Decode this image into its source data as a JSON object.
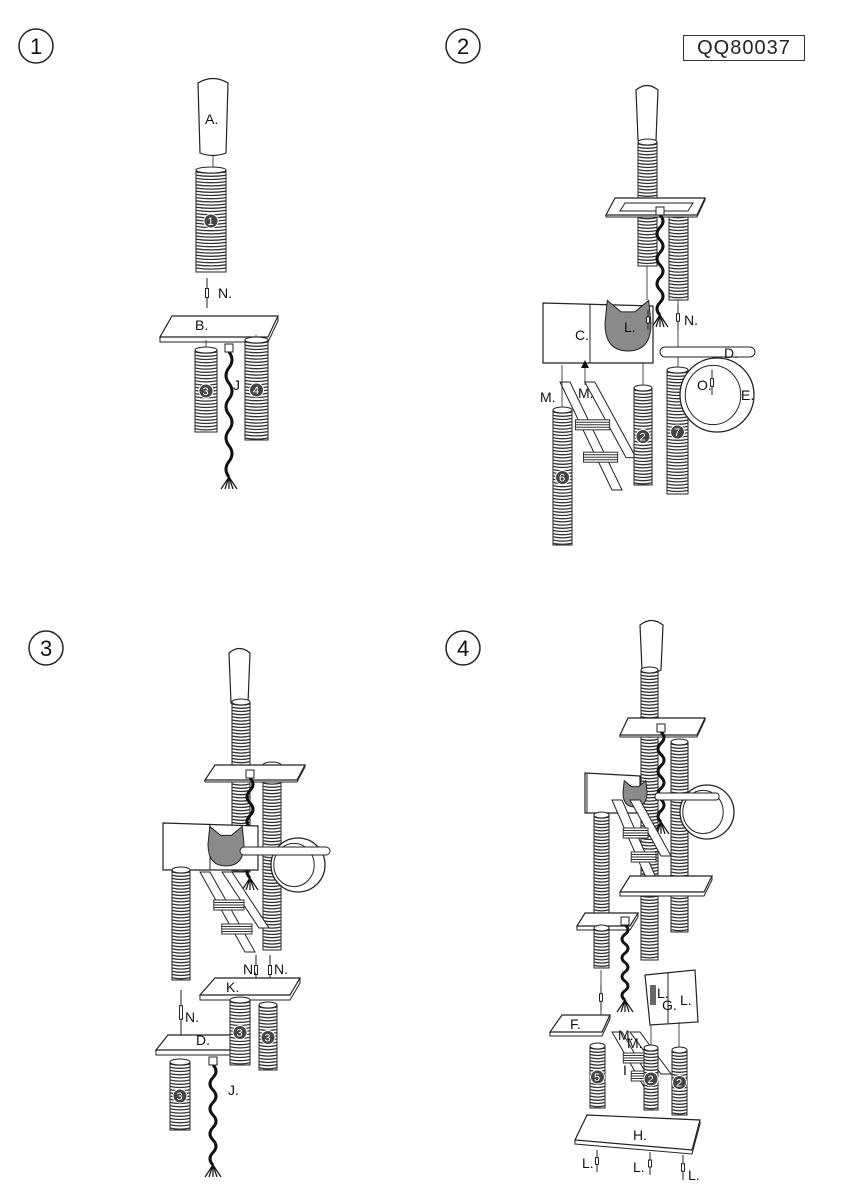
{
  "model_code": "QQ80037",
  "steps": [
    {
      "number": "1",
      "labels": [
        "A.",
        "N.",
        "B.",
        "J"
      ],
      "post_numbers": [
        "1",
        "3",
        "4"
      ]
    },
    {
      "number": "2",
      "labels": [
        "C.",
        "L.",
        "N.",
        "D.",
        "O.",
        "E.",
        "M.",
        "M."
      ],
      "post_numbers": [
        "6",
        "2",
        "7"
      ]
    },
    {
      "number": "3",
      "labels": [
        "N.",
        "N.",
        "N.",
        "K.",
        "D.",
        "J."
      ],
      "post_numbers": [
        "3",
        "3",
        "3"
      ]
    },
    {
      "number": "4",
      "labels": [
        "L.",
        "G.",
        "L.",
        "F.",
        "M.",
        "M.",
        "I",
        "H.",
        "L.",
        "L.",
        "L."
      ],
      "post_numbers": [
        "5",
        "2",
        "2"
      ]
    }
  ],
  "colors": {
    "line": "#222222",
    "coil": "#333333",
    "cat_face": "#8a8a8a"
  }
}
